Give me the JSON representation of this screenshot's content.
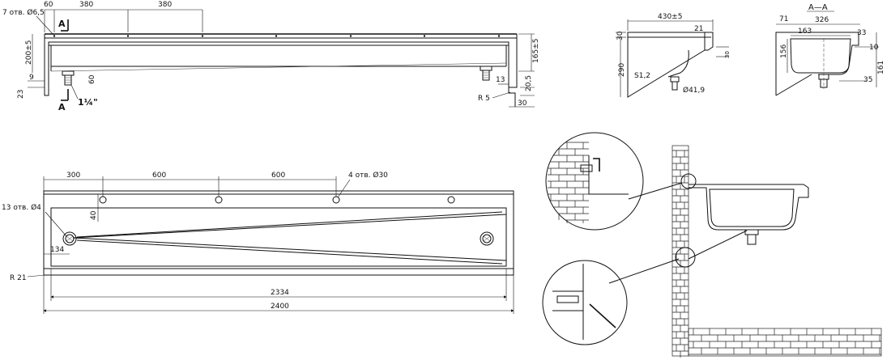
{
  "side_view": {
    "dims": {
      "d60": "60",
      "d380a": "380",
      "d380b": "380",
      "holes": "7 отв. Ø6,5",
      "h200": "200±5",
      "h165": "165±5",
      "d9": "9",
      "d23": "23",
      "d60v": "60",
      "d13": "13",
      "d20": "20,5",
      "r5": "R 5",
      "d30": "30"
    },
    "section_mark": "A",
    "thread": "1¼\""
  },
  "end_view": {
    "dims": {
      "w430": "430±5",
      "d30": "30",
      "d21": "21",
      "h290": "290",
      "s": "S1,2",
      "dia": "Ø41,9",
      "d30v": "30"
    }
  },
  "section_view": {
    "title": "A—A",
    "dims": {
      "d71": "71",
      "d326": "326",
      "d163": "163",
      "d33": "33",
      "d10": "10",
      "h156": "156",
      "h161": "161",
      "d35": "35"
    }
  },
  "plan_view": {
    "dims": {
      "d300": "300",
      "d600a": "600",
      "d600b": "600",
      "holes30": "4 отв. Ø30",
      "holes4": "13 отв. Ø4",
      "d40": "40",
      "d134": "134",
      "r21": "R 21",
      "w2334": "2334",
      "w2400": "2400"
    }
  }
}
